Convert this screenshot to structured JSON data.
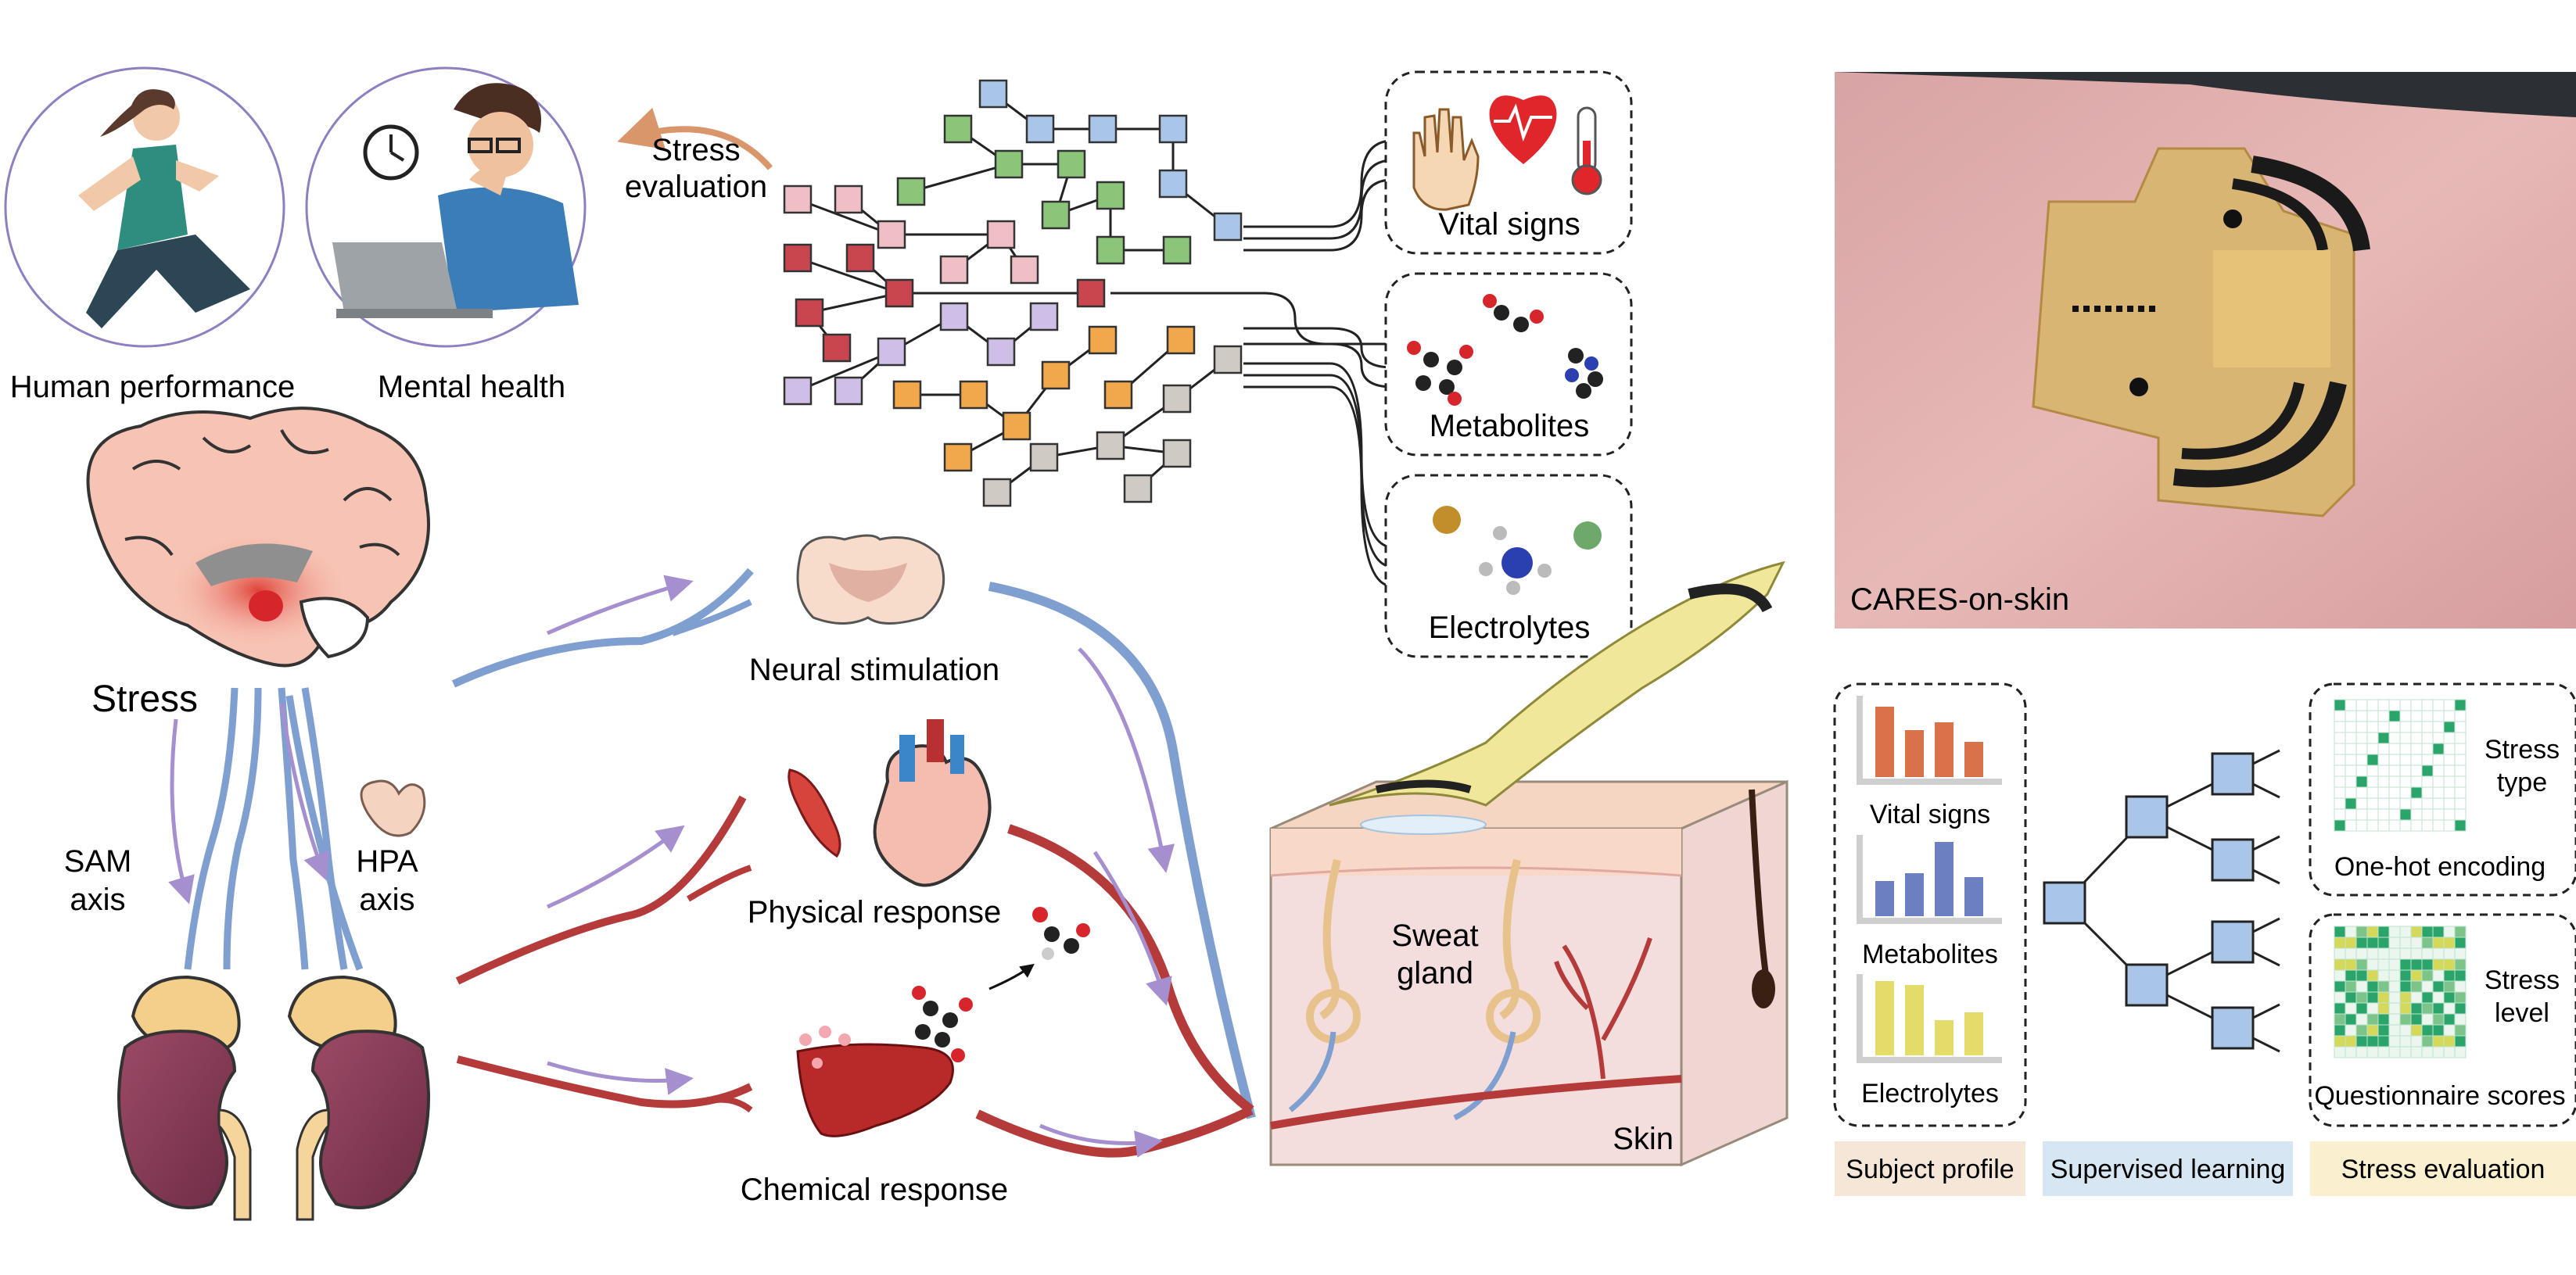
{
  "labels": {
    "human_performance": "Human performance",
    "mental_health": "Mental health",
    "stress_eval_line1": "Stress",
    "stress_eval_line2": "evaluation",
    "stress": "Stress",
    "sam_line1": "SAM",
    "sam_line2": "axis",
    "hpa_line1": "HPA",
    "hpa_line2": "axis",
    "neural_stimulation": "Neural stimulation",
    "physical_response": "Physical response",
    "chemical_response": "Chemical response",
    "vital_signs": "Vital signs",
    "metabolites": "Metabolites",
    "electrolytes": "Electrolytes",
    "sweat_line1": "Sweat",
    "sweat_line2": "gland",
    "skin": "Skin",
    "cares_on_skin": "CARES-on-skin",
    "panel_vital_signs": "Vital signs",
    "panel_metabolites": "Metabolites",
    "panel_electrolytes": "Electrolytes",
    "stress_type_line1": "Stress",
    "stress_type_line2": "type",
    "one_hot": "One-hot encoding",
    "stress_level_line1": "Stress",
    "stress_level_line2": "level",
    "questionnaire": "Questionnaire scores",
    "subject_profile": "Subject profile",
    "supervised_learning": "Supervised learning",
    "stress_evaluation": "Stress evaluation"
  },
  "colors": {
    "blue_nerve": "#7e9fd0",
    "red_vessel": "#b53a3a",
    "purple_arrow": "#a58fcf",
    "orange_arrow": "#d9966a",
    "bar_orange": "#d9714a",
    "bar_blue": "#6c7fc0",
    "bar_yellow": "#e3dc6a",
    "node_blue": "#a9c6e8",
    "grid_green": "#2aa46a",
    "grid_yellow": "#d5d95a",
    "band_subject": "#f5e6d8",
    "band_supervised": "#d6e7f3",
    "band_evaluation": "#faefcf"
  }
}
